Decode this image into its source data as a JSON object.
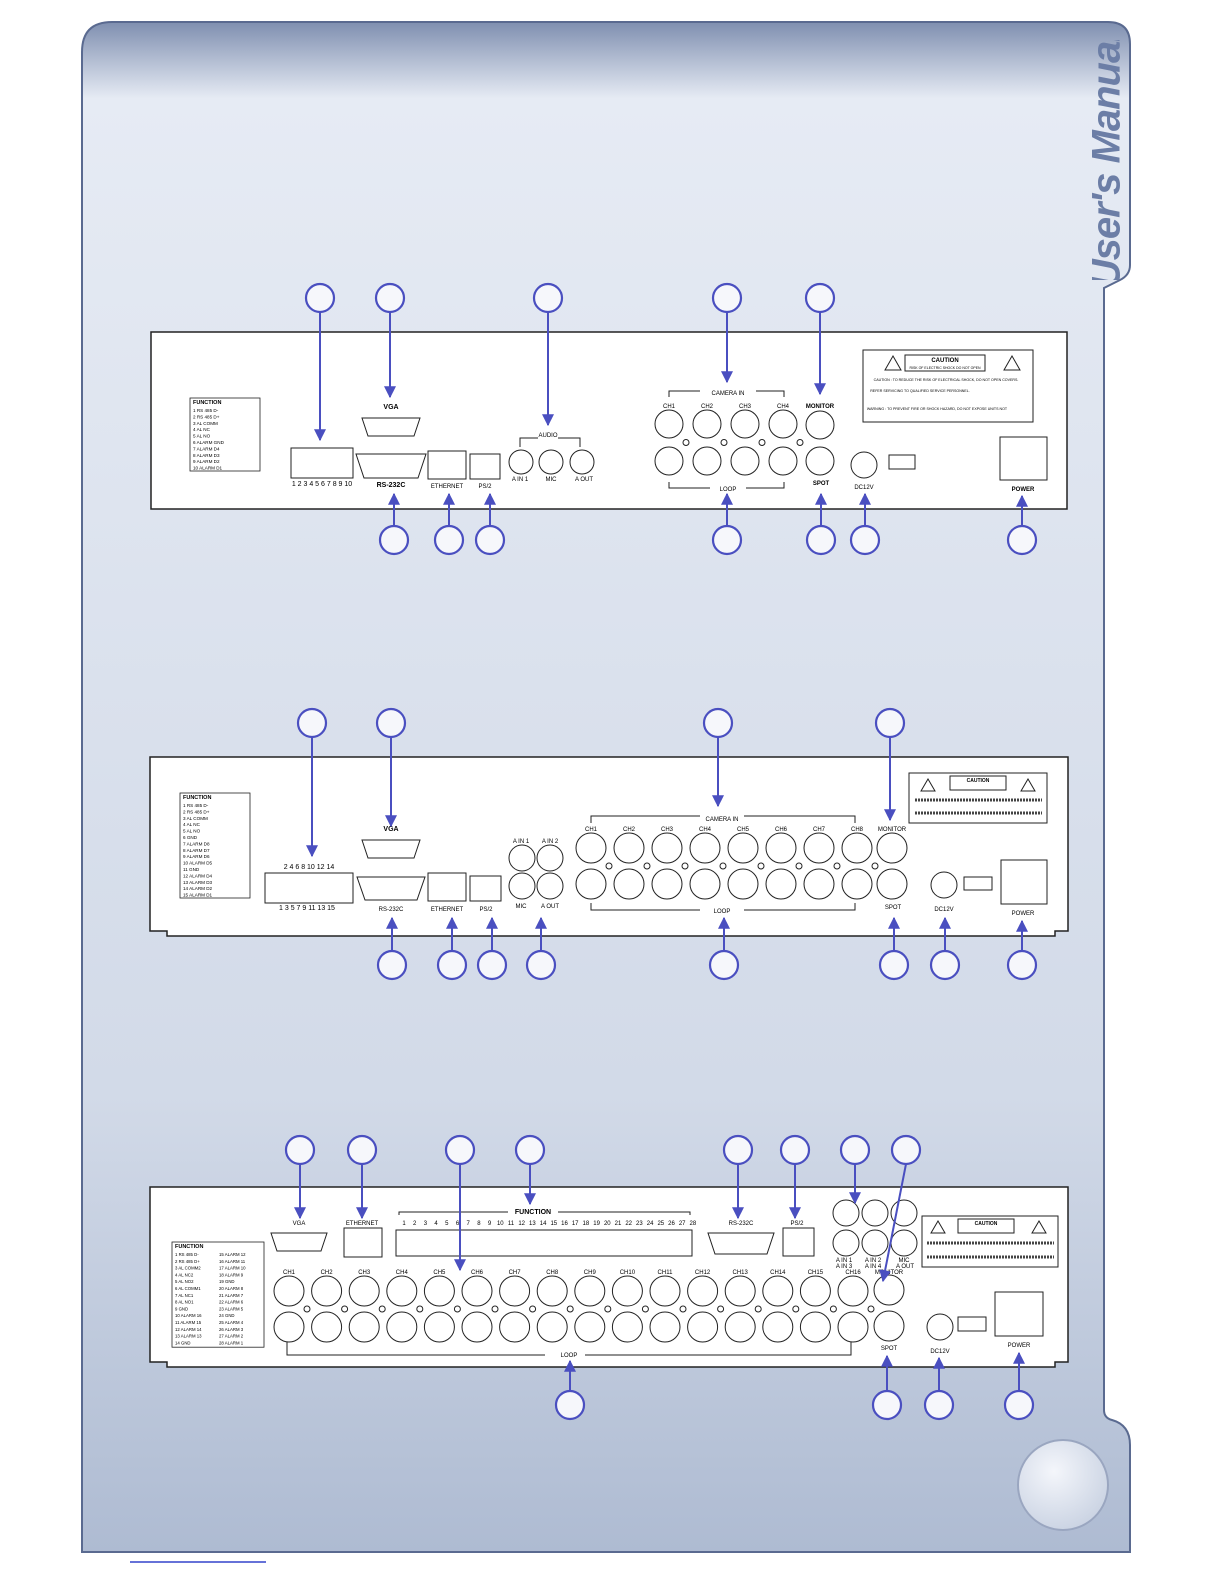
{
  "header": {
    "title": "User's Manual"
  },
  "labels": {
    "function": "FUNCTION",
    "vga": "VGA",
    "rs232c": "RS-232C",
    "ethernet": "ETHERNET",
    "ps2": "PS/2",
    "audio": "AUDIO",
    "ain1": "A IN 1",
    "ain2": "A IN 2",
    "mic": "MIC",
    "aout": "A OUT",
    "camera_in": "CAMERA IN",
    "loop": "LOOP",
    "monitor": "MONITOR",
    "spot": "SPOT",
    "dc12v": "DC12V",
    "power": "POWER",
    "caution": "CAUTION",
    "caution_sub": "RISK OF ELECTRIC SHOCK DO NOT OPEN",
    "warning1": "CAUTION : TO REDUCE THE RISK OF ELECTRICAL SHOCK, DO NOT OPEN COVERS.",
    "warning2": "REFER SERVICING TO QUALIFIED SERVICE PERSONNEL.",
    "warning3": "WARNING : TO PREVENT FIRE OR SHOCK HAZARD, DO NOT EXPOSE UNITS NOT"
  },
  "panel1": {
    "terminal_numbers": "1 2 3 4 5 6 7 8 9 10",
    "function_table": [
      "1 RS 485 D-",
      "2 RS 485 D+",
      "3 AL COMM",
      "4 AL NC",
      "5 AL NO",
      "6 ALARM GND",
      "7 ALARM D4",
      "8 ALARM D3",
      "9 ALARM D2",
      "10 ALARM D1"
    ],
    "channels": [
      "CH1",
      "CH2",
      "CH3",
      "CH4"
    ]
  },
  "panel2": {
    "terminal_top": "2 4 6 8 10 12 14",
    "terminal_bottom": "1 3 5 7 9 11 13 15",
    "function_table": [
      "1 RS 485 D-",
      "2 RS 485 D+",
      "3 AL COMM",
      "4 AL NC",
      "5 AL NO",
      "6 GND",
      "7 ALARM D8",
      "8 ALARM D7",
      "9 ALARM D6",
      "10 ALARM D5",
      "11 GND",
      "12 ALARM D4",
      "13 ALARM D3",
      "14 ALARM D2",
      "15 ALARM D1"
    ],
    "channels": [
      "CH1",
      "CH2",
      "CH3",
      "CH4",
      "CH5",
      "CH6",
      "CH7",
      "CH8"
    ]
  },
  "panel3": {
    "function_numbers": [
      "1",
      "2",
      "3",
      "4",
      "5",
      "6",
      "7",
      "8",
      "9",
      "10",
      "11",
      "12",
      "13",
      "14",
      "15",
      "16",
      "17",
      "18",
      "19",
      "20",
      "21",
      "22",
      "23",
      "24",
      "25",
      "26",
      "27",
      "28"
    ],
    "function_table_left": [
      "1 RS 485 D-",
      "2 RS 485 D+",
      "3 AL COMM2",
      "4 AL NC2",
      "5 AL NO2",
      "6 AL COMM1",
      "7 AL NC1",
      "8 AL NO1",
      "9 GND",
      "10 ALARM 16",
      "11 ALARM 15",
      "12 ALARM 14",
      "13 ALARM 13",
      "14 GND"
    ],
    "function_table_right": [
      "15 ALARM 12",
      "16 ALARM 11",
      "17 ALARM 10",
      "18 ALARM 9",
      "19 GND",
      "20 ALARM 8",
      "21 ALARM 7",
      "22 ALARM 6",
      "23 ALARM 5",
      "24 GND",
      "25 ALARM 4",
      "26 ALARM 3",
      "27 ALARM 2",
      "28 ALARM 1"
    ],
    "channels": [
      "CH1",
      "CH2",
      "CH3",
      "CH4",
      "CH5",
      "CH6",
      "CH7",
      "CH8",
      "CH9",
      "CH10",
      "CH11",
      "CH12",
      "CH13",
      "CH14",
      "CH15",
      "CH16"
    ],
    "ain13": "A IN 1\nA IN 3",
    "ain24": "A IN 2\nA IN 4"
  }
}
